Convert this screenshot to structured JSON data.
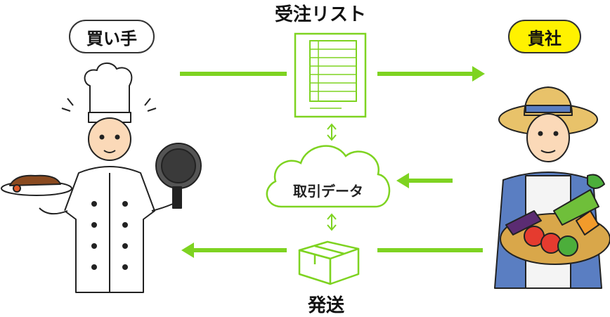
{
  "labels": {
    "buyer": "買い手",
    "company": "貴社",
    "order_list": "受注リスト",
    "data": "取引データ",
    "shipping": "発送"
  },
  "icons": {
    "buyer": "chef-with-steak-and-pan-icon",
    "company": "farmer-with-vegetables-icon",
    "order_list": "document-list-icon",
    "data": "cloud-icon",
    "shipping": "cardboard-box-icon",
    "flow": "double-headed-arrow-icon"
  },
  "colors": {
    "arrow": "#7ed321",
    "company_badge": "#fff200",
    "outline": "#333333"
  }
}
